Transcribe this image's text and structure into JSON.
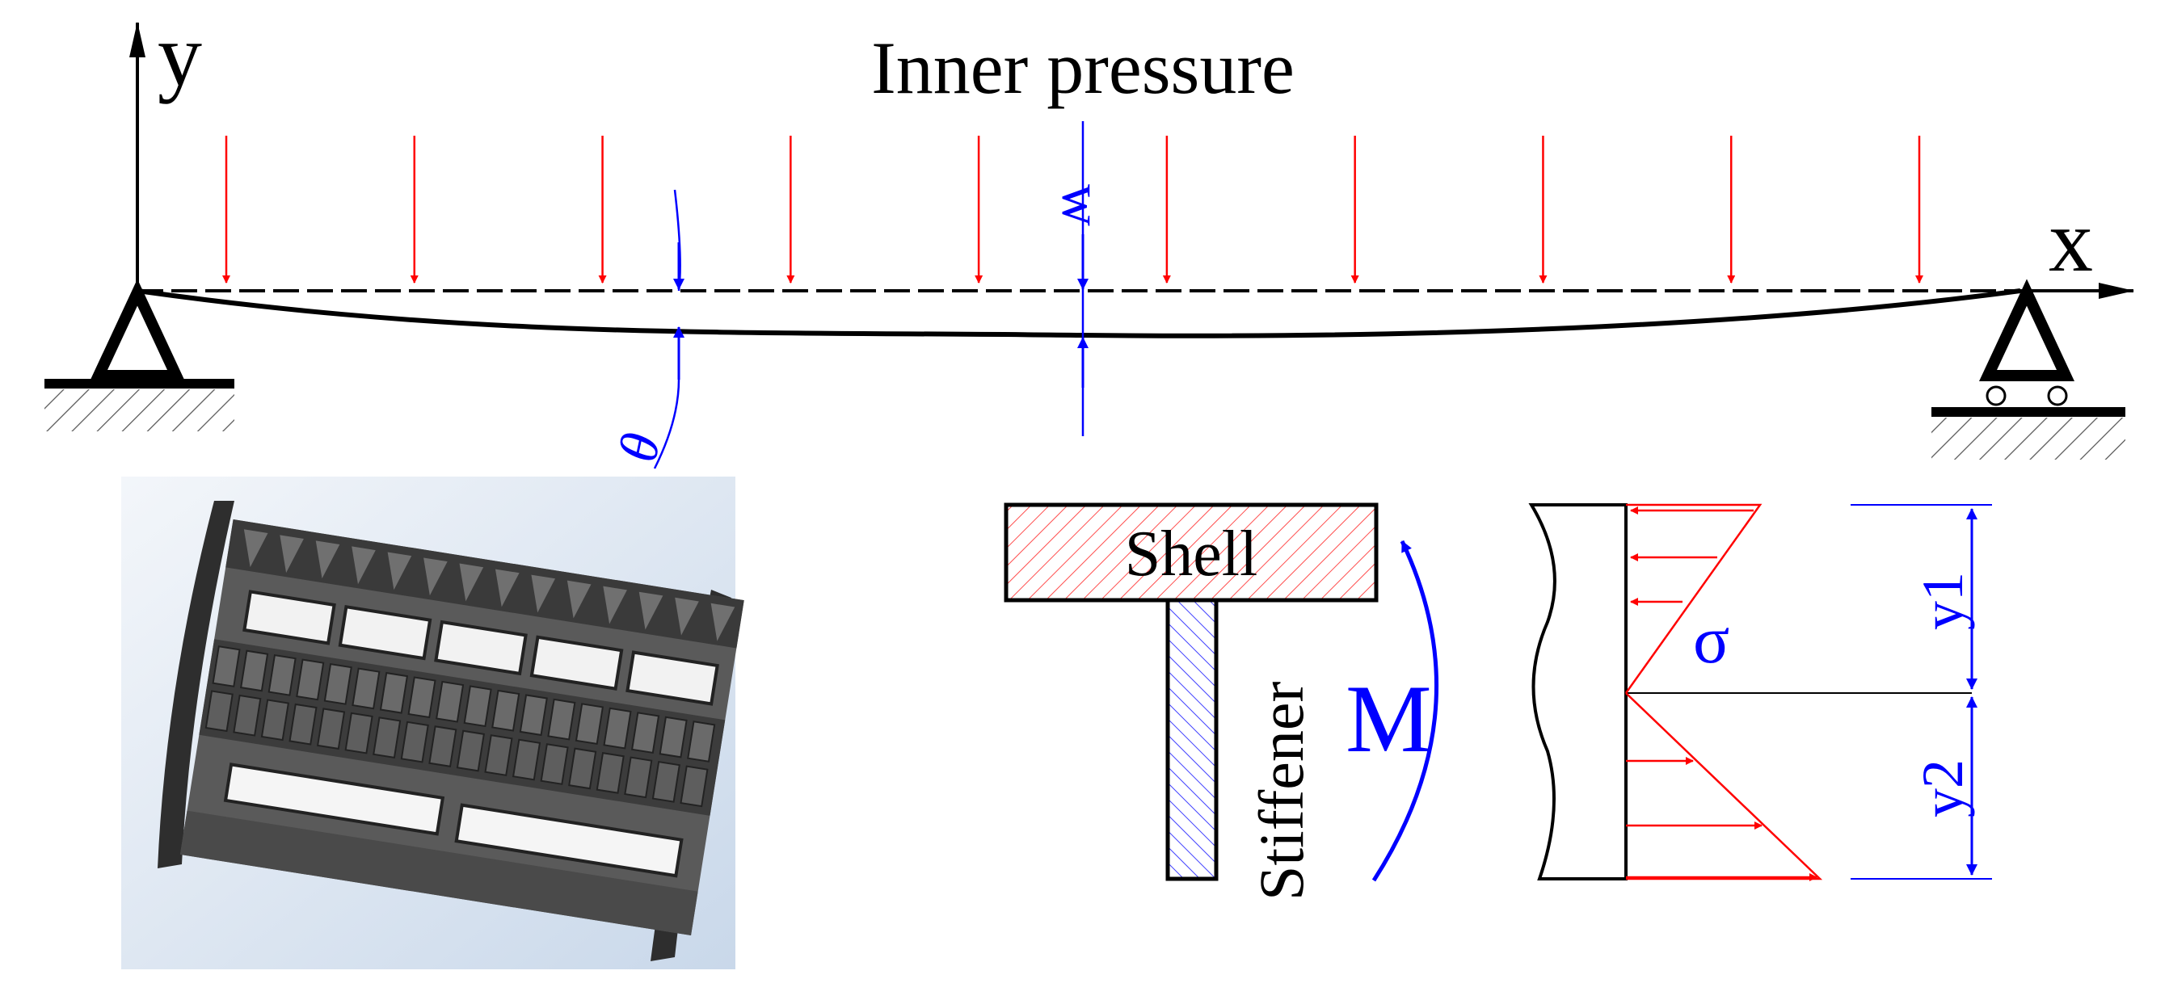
{
  "beam": {
    "title": "Inner pressure",
    "x_axis_label": "x",
    "y_axis_label": "y",
    "deflection_label": "w",
    "rotation_label": "θ",
    "load_arrow_count": 10
  },
  "section": {
    "shell_label": "Shell",
    "stiffener_label": "Stiffener",
    "moment_label": "M"
  },
  "stress": {
    "sigma_label": "σ",
    "y1_label": "y1",
    "y2_label": "y2"
  },
  "colors": {
    "load": "#ff0000",
    "annotation": "#0000ff",
    "structure": "#000000",
    "model_background": "#d9e4f0",
    "model_body": "#555555"
  }
}
